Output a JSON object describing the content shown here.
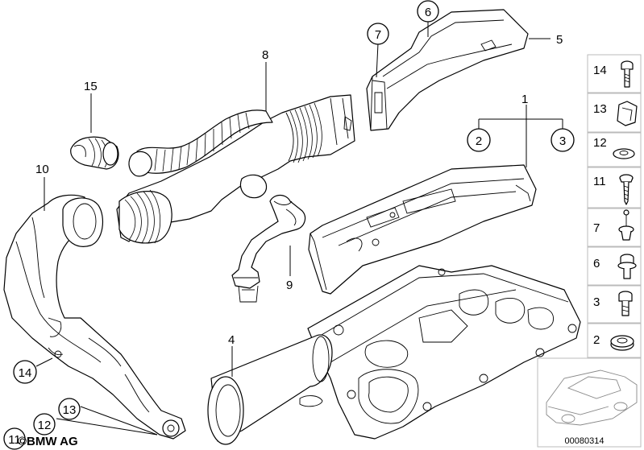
{
  "diagram": {
    "callouts": {
      "c1": "1",
      "c2": "2",
      "c3": "3",
      "c4": "4",
      "c5": "5",
      "c6": "6",
      "c7": "7",
      "c8": "8",
      "c9": "9",
      "c10": "10",
      "c11": "11",
      "c12": "12",
      "c13": "13",
      "c14": "14",
      "c15": "15"
    },
    "fastener_panel": [
      {
        "number": "14",
        "icon": "bolt-icon"
      },
      {
        "number": "13",
        "icon": "clip-nut-icon"
      },
      {
        "number": "12",
        "icon": "washer-icon"
      },
      {
        "number": "11",
        "icon": "screw-icon"
      },
      {
        "number": "7",
        "icon": "push-rivet-icon"
      },
      {
        "number": "6",
        "icon": "collar-bolt-icon"
      },
      {
        "number": "3",
        "icon": "hex-bolt-icon"
      },
      {
        "number": "2",
        "icon": "grommet-icon"
      }
    ],
    "copyright": "©BMW AG",
    "diagram_number": "00080314"
  }
}
